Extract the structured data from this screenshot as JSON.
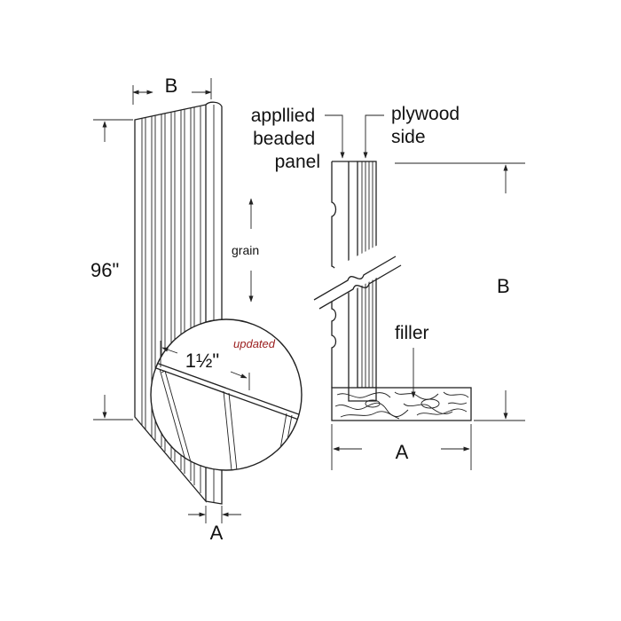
{
  "left_view": {
    "width_label": "B",
    "height_label": "96\"",
    "grain_label": "grain",
    "thickness_label": "A"
  },
  "detail": {
    "dimension_label": "1½\"",
    "note": "updated"
  },
  "right_view": {
    "panel_label_lines": [
      "appllied",
      "beaded",
      "panel"
    ],
    "plywood_label_lines": [
      "plywood",
      "side"
    ],
    "height_label": "B",
    "filler_label": "filler",
    "width_label": "A"
  }
}
